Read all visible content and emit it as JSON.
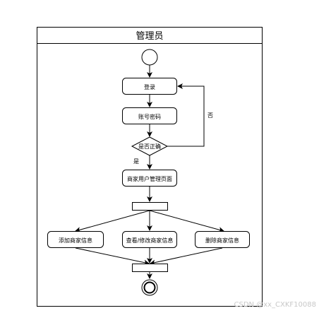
{
  "swimlane": {
    "title": "管理员"
  },
  "nodes": {
    "login": "登录",
    "credentials": "账号密码",
    "decision": "是否正确",
    "merchant_page": "商家用户管理页面",
    "add": "添加商家信息",
    "view_edit": "查看/修改商家信息",
    "delete": "删除商家信息"
  },
  "edges": {
    "no_label": "否",
    "yes_label": "是"
  },
  "watermark": "CSDN @xx_CXKF10088"
}
